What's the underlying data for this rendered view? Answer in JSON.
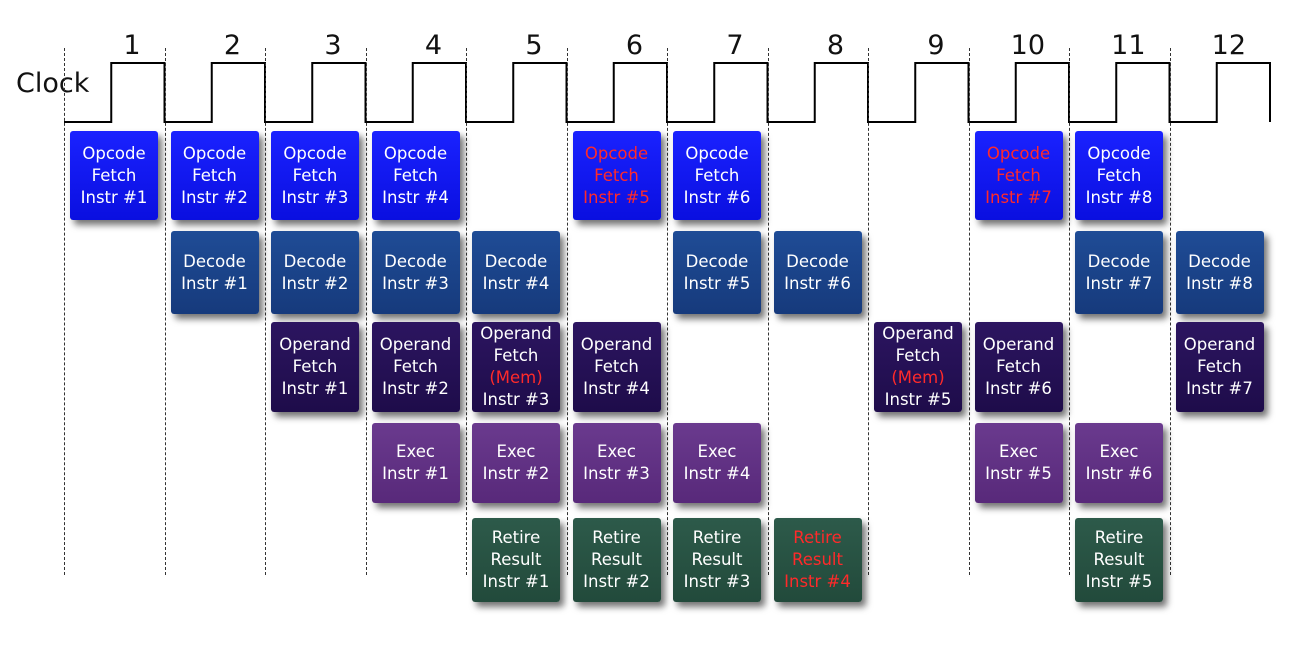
{
  "clock": {
    "label": "Clock",
    "cycles": [
      "1",
      "2",
      "3",
      "4",
      "5",
      "6",
      "7",
      "8",
      "9",
      "10",
      "11",
      "12"
    ]
  },
  "stages": [
    {
      "id": "fetch",
      "cells": [
        {
          "cycle": 1,
          "lines": [
            "Opcode",
            "Fetch",
            "Instr #1"
          ]
        },
        {
          "cycle": 2,
          "lines": [
            "Opcode",
            "Fetch",
            "Instr #2"
          ]
        },
        {
          "cycle": 3,
          "lines": [
            "Opcode",
            "Fetch",
            "Instr #3"
          ]
        },
        {
          "cycle": 4,
          "lines": [
            "Opcode",
            "Fetch",
            "Instr #4"
          ]
        },
        {
          "cycle": 6,
          "lines": [
            "Opcode",
            "Fetch",
            "Instr #5"
          ],
          "highlight": [
            0,
            1,
            2
          ]
        },
        {
          "cycle": 7,
          "lines": [
            "Opcode",
            "Fetch",
            "Instr #6"
          ]
        },
        {
          "cycle": 10,
          "lines": [
            "Opcode",
            "Fetch",
            "Instr #7"
          ],
          "highlight": [
            0,
            1,
            2
          ]
        },
        {
          "cycle": 11,
          "lines": [
            "Opcode",
            "Fetch",
            "Instr #8"
          ]
        }
      ]
    },
    {
      "id": "decode",
      "cells": [
        {
          "cycle": 2,
          "lines": [
            "Decode",
            "Instr #1"
          ]
        },
        {
          "cycle": 3,
          "lines": [
            "Decode",
            "Instr #2"
          ]
        },
        {
          "cycle": 4,
          "lines": [
            "Decode",
            "Instr #3"
          ]
        },
        {
          "cycle": 5,
          "lines": [
            "Decode",
            "Instr #4"
          ]
        },
        {
          "cycle": 7,
          "lines": [
            "Decode",
            "Instr #5"
          ]
        },
        {
          "cycle": 8,
          "lines": [
            "Decode",
            "Instr #6"
          ]
        },
        {
          "cycle": 11,
          "lines": [
            "Decode",
            "Instr #7"
          ]
        },
        {
          "cycle": 12,
          "lines": [
            "Decode",
            "Instr #8"
          ]
        }
      ]
    },
    {
      "id": "operand",
      "cells": [
        {
          "cycle": 3,
          "lines": [
            "Operand",
            "Fetch",
            "Instr #1"
          ]
        },
        {
          "cycle": 4,
          "lines": [
            "Operand",
            "Fetch",
            "Instr #2"
          ]
        },
        {
          "cycle": 5,
          "lines": [
            "Operand",
            "Fetch",
            "(Mem)",
            "Instr #3"
          ],
          "highlight": [
            2
          ]
        },
        {
          "cycle": 6,
          "lines": [
            "Operand",
            "Fetch",
            "Instr #4"
          ]
        },
        {
          "cycle": 9,
          "lines": [
            "Operand",
            "Fetch",
            "(Mem)",
            "Instr #5"
          ],
          "highlight": [
            2
          ]
        },
        {
          "cycle": 10,
          "lines": [
            "Operand",
            "Fetch",
            "Instr #6"
          ]
        },
        {
          "cycle": 12,
          "lines": [
            "Operand",
            "Fetch",
            "Instr #7"
          ]
        }
      ]
    },
    {
      "id": "exec",
      "cells": [
        {
          "cycle": 4,
          "lines": [
            "Exec",
            "Instr #1"
          ]
        },
        {
          "cycle": 5,
          "lines": [
            "Exec",
            "Instr #2"
          ]
        },
        {
          "cycle": 6,
          "lines": [
            "Exec",
            "Instr #3"
          ]
        },
        {
          "cycle": 7,
          "lines": [
            "Exec",
            "Instr #4"
          ]
        },
        {
          "cycle": 10,
          "lines": [
            "Exec",
            "Instr #5"
          ]
        },
        {
          "cycle": 11,
          "lines": [
            "Exec",
            "Instr #6"
          ]
        }
      ]
    },
    {
      "id": "retire",
      "cells": [
        {
          "cycle": 5,
          "lines": [
            "Retire",
            "Result",
            "Instr #1"
          ]
        },
        {
          "cycle": 6,
          "lines": [
            "Retire",
            "Result",
            "Instr #2"
          ]
        },
        {
          "cycle": 7,
          "lines": [
            "Retire",
            "Result",
            "Instr #3"
          ]
        },
        {
          "cycle": 8,
          "lines": [
            "Retire",
            "Result",
            "Instr #4"
          ],
          "highlight": [
            0,
            1,
            2
          ]
        },
        {
          "cycle": 11,
          "lines": [
            "Retire",
            "Result",
            "Instr #5"
          ]
        }
      ]
    }
  ],
  "colors": {
    "fetch": "#1a22ff",
    "decode": "#1f4c96",
    "operand": "#2c1560",
    "exec": "#6a3a8e",
    "retire": "#2d5a4a",
    "highlight_text": "#ff2a2a"
  }
}
